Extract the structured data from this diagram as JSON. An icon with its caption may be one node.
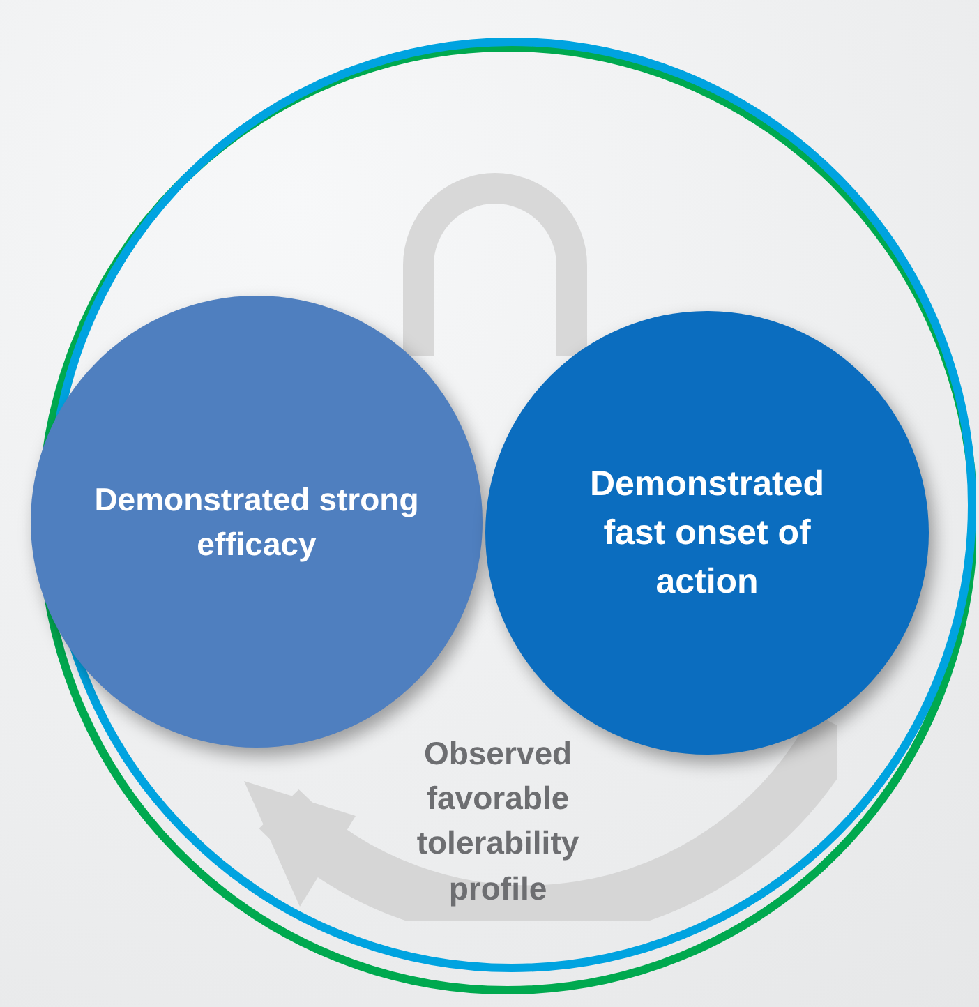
{
  "diagram": {
    "nodes": [
      {
        "text": [
          "Observed favorable tolerability profile"
        ]
      },
      {
        "text": [
          "Demonstrated strong efficacy"
        ],
        "in": 0
      },
      {
        "text": [
          "Demonstrated fast onset of action"
        ],
        "in": 0
      }
    ]
  }
}
